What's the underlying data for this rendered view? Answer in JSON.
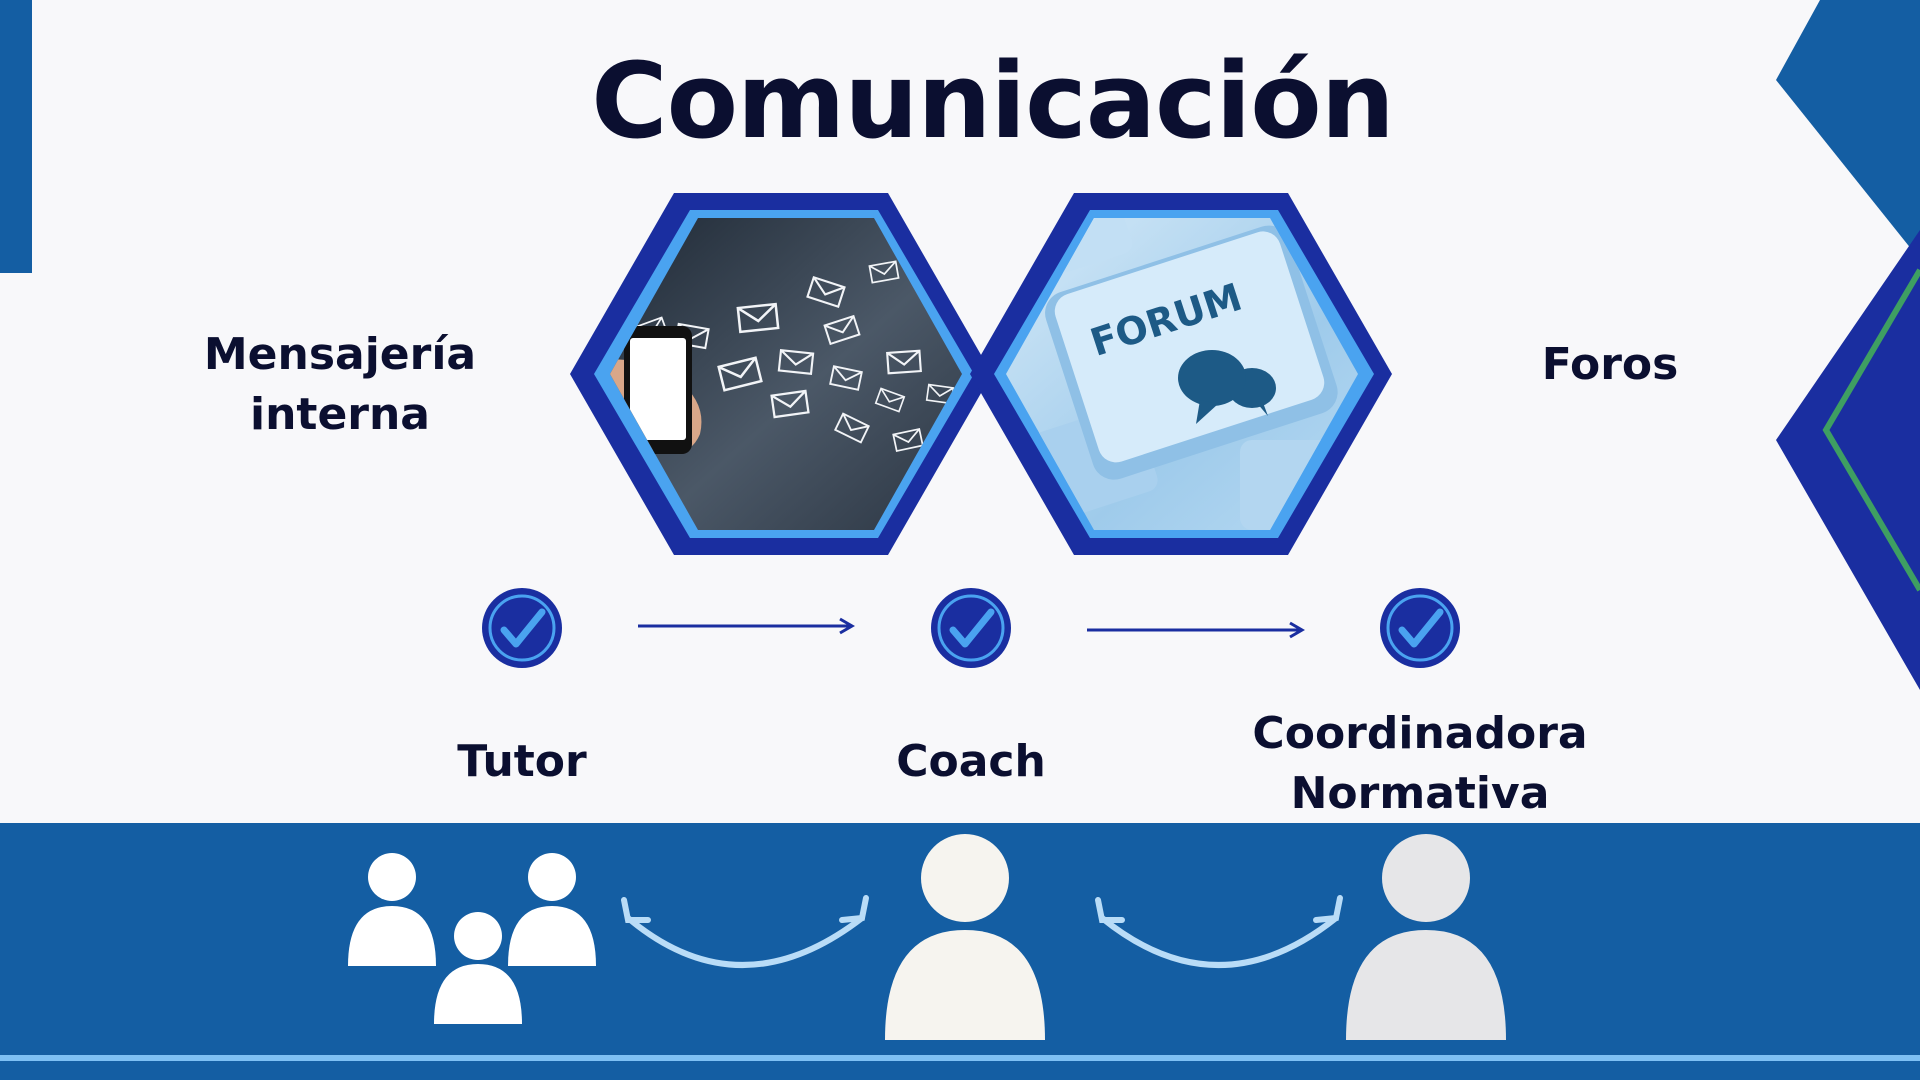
{
  "title": "Comunicación",
  "channels": {
    "internal_messaging": "Mensajería interna",
    "forums": "Foros",
    "forum_key_text": "FORUM"
  },
  "roles": [
    {
      "label": "Tutor"
    },
    {
      "label": "Coach"
    },
    {
      "label": "Coordinadora Normativa"
    }
  ],
  "colors": {
    "navy": "#0b0f30",
    "brand_blue": "#145ea3",
    "deep_blue": "#1a2ea0",
    "light_blue": "#4aa3f0",
    "accent_green": "#3e9f62"
  }
}
